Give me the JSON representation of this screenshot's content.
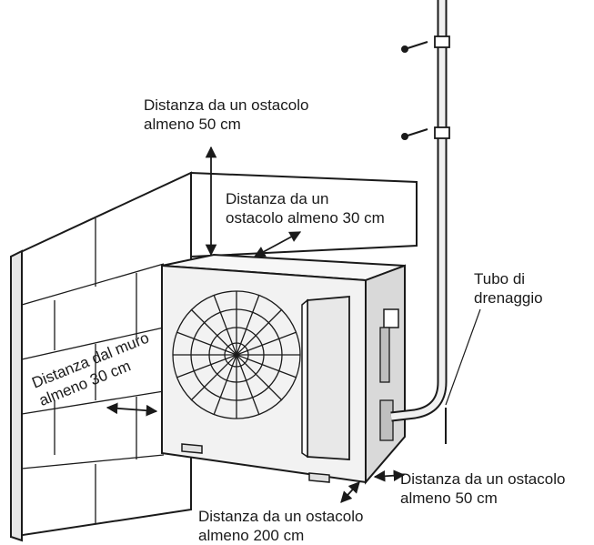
{
  "labels": {
    "top": {
      "line1": "Distanza da un ostacolo",
      "line2": "almeno 50 cm"
    },
    "back": {
      "line1": "Distanza da un",
      "line2": "ostacolo almeno 30 cm"
    },
    "wall": {
      "line1": "Distanza dal muro",
      "line2": "almeno 30 cm"
    },
    "drain": {
      "line1": "Tubo di",
      "line2": "drenaggio"
    },
    "side": {
      "line1": "Distanza da un ostacolo",
      "line2": "almeno 50 cm"
    },
    "front": {
      "line1": "Distanza da un ostacolo",
      "line2": "almeno 200 cm"
    }
  },
  "colors": {
    "line": "#1a1a1a",
    "unit_front": "#f2f2f2",
    "unit_side": "#d9d9d9",
    "wall": "#ffffff"
  }
}
